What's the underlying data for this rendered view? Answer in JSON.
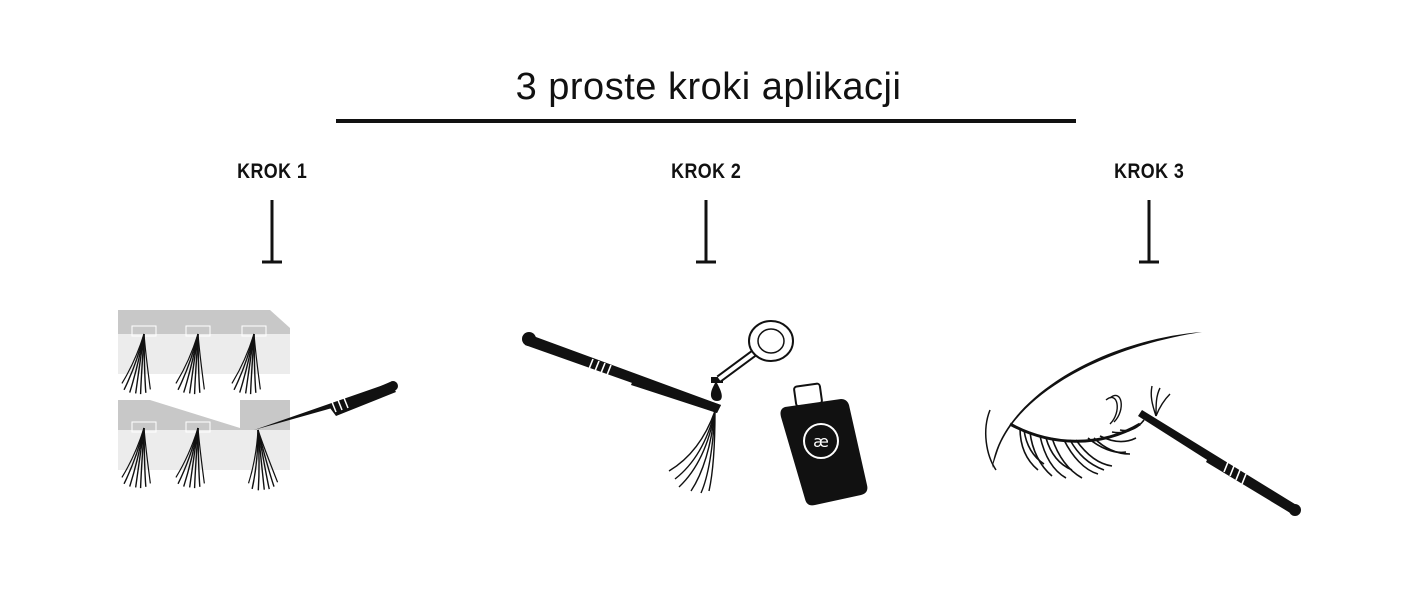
{
  "title": "3 proste kroki aplikacji",
  "steps": [
    {
      "label": "KROK 1"
    },
    {
      "label": "KROK 2"
    },
    {
      "label": "KROK 3"
    }
  ],
  "colors": {
    "ink": "#111111",
    "tray": "#c8c8c8",
    "background": "#ffffff"
  },
  "icons": [
    "lash-tray-icon",
    "tweezers-icon",
    "glue-bottle-icon",
    "eye-with-lashes-icon"
  ]
}
